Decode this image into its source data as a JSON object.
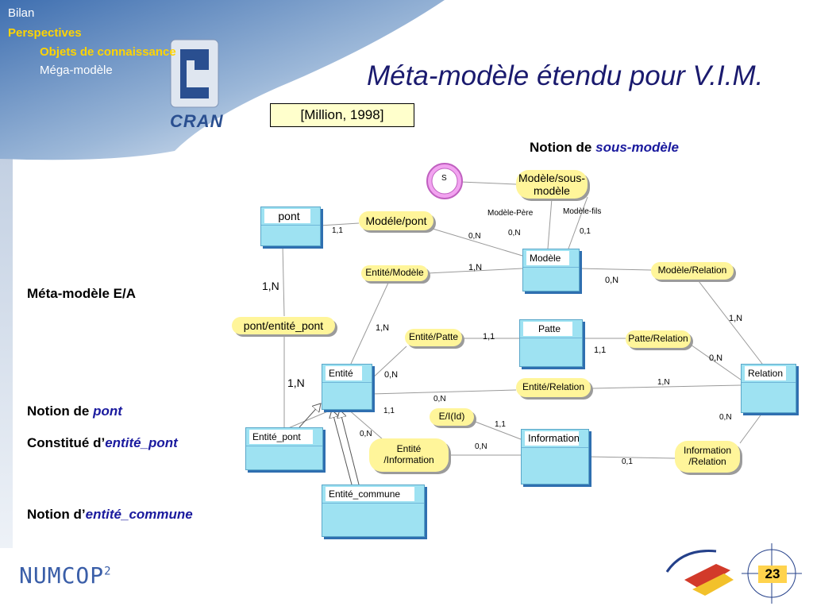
{
  "nav": {
    "items": [
      {
        "label": "Bilan",
        "color": "#ffffff"
      },
      {
        "label": "Perspectives",
        "color": "#ffd400"
      },
      {
        "label": "Objets de connaissance",
        "color": "#ffd400"
      },
      {
        "label": "Méga-modèle",
        "color": "#ffffff"
      }
    ]
  },
  "logos": {
    "cran": "CRAN",
    "numcop": "NUMCOP",
    "numcop_sup": "2"
  },
  "title": "Méta-modèle étendu pour V.I.M.",
  "citation": "[Million, 1998]",
  "notes": {
    "sous_modele": {
      "prefix": "Notion de ",
      "emph": "sous-modèle"
    },
    "meta_ea": "Méta-modèle E/A",
    "pont": {
      "prefix": "Notion de ",
      "emph": "pont"
    },
    "constitue": {
      "prefix": "Constitué d’",
      "emph": "entité_pont"
    },
    "commune": {
      "prefix": "Notion d’",
      "emph": "entité_commune"
    }
  },
  "diagram": {
    "s_symbol": "S",
    "entities": {
      "pont": "pont",
      "modele": "Modèle",
      "patte": "Patte",
      "entite": "Entité",
      "relation": "Relation",
      "information": "Information",
      "entite_pont": "Entité_pont",
      "entite_commune": "Entité_commune"
    },
    "relationships": {
      "modele_sous_modele_1": "Modèle/sous-",
      "modele_sous_modele_2": "modèle",
      "modele_pont": "Modéle/pont",
      "entite_modele": "Entité/Modèle",
      "modele_relation": "Modèle/Relation",
      "pont_entite_pont": "pont/entité_pont",
      "entite_patte": "Entité/Patte",
      "patte_relation": "Patte/Relation",
      "entite_relation": "Entité/Relation",
      "e_i_id": "E/I(Id)",
      "entite_information_1": "Entité",
      "entite_information_2": "/Information",
      "information_relation_1": "Information",
      "information_relation_2": "/Relation"
    },
    "roles": {
      "pere": "Modèle-Père",
      "fils": "Modèle-fils"
    },
    "cardinalities": {
      "pont_modele_pont": "1,1",
      "pere": "0,N",
      "fils_left": "0,N",
      "fils_right": "0,1",
      "pont_ep_top": "1,N",
      "pont_ep_bottom": "1,N",
      "entite_modele_modele": "1,N",
      "modele_relation_modele": "0,N",
      "modele_relation_relation": "1,N",
      "entite_modele_entite": "1,N",
      "entite_patte_patte": "1,1",
      "patte_relation_patte": "1,1",
      "patte_relation_relation": "0,N",
      "entite_entite_relation": "0,N",
      "entite_relation_relation": "1,N",
      "e_i_id_entite": "0,N",
      "e_i_id_information": "1,1",
      "entite_information_entite_a": "1,1",
      "entite_information_entite_b": "0,N",
      "entite_information_information": "0,N",
      "info_rel_relation": "0,N",
      "info_rel_information": "0,1"
    }
  },
  "page_number": "23"
}
